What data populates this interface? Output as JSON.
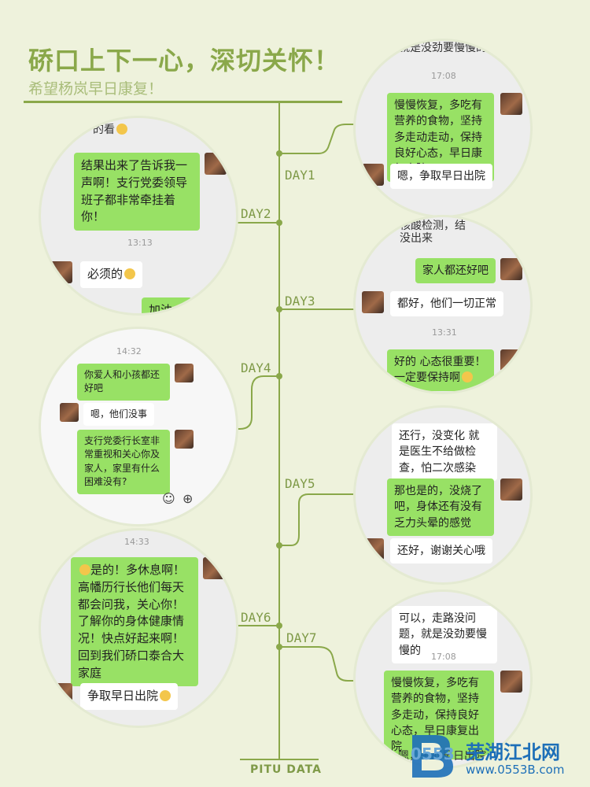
{
  "header": {
    "title": "硚口上下一心，深切关怀！",
    "subtitle": "希望杨岚早日康复！"
  },
  "timeline": {
    "days": [
      "DAY1",
      "DAY2",
      "DAY3",
      "DAY4",
      "DAY5",
      "DAY6",
      "DAY7"
    ],
    "footer": "PITU DATA"
  },
  "day1": {
    "cut_top": "就是没劲要慢慢的",
    "time": "17:08",
    "msg_out": "慢慢恢复，多吃有营养的食物，坚持多走动走动，保持良好心态，早日康复出院",
    "msg_in": "嗯，争取早日出院"
  },
  "day2": {
    "cut_top": "的看",
    "msg_out": "结果出来了告诉我一声啊！支行党委领导班子都非常牵挂着你！",
    "time": "13:13",
    "msg_in": "必须的",
    "msg_out2": "加油"
  },
  "day3": {
    "cut_top1": "核酸检测，结",
    "cut_top2": "没出来",
    "msg_out": "家人都还好吧",
    "msg_in": "都好，他们一切正常",
    "time": "13:31",
    "msg_out2": "好的 心态很重要！一定要保持啊"
  },
  "day4": {
    "time": "14:32",
    "msg_out": "你爱人和小孩都还好吧",
    "msg_in": "嗯，他们没事",
    "msg_out2": "支行党委行长室非常重视和关心你及家人，家里有什么困难没有?"
  },
  "day5": {
    "msg_in": "还行，没变化 就是医生不给做检查，怕二次感染",
    "msg_out": "那也是的，没烧了吧，身体还有没有乏力头晕的感觉",
    "msg_in2": "还好，谢谢关心哦"
  },
  "day6": {
    "time": "14:33",
    "msg_out": "是的！多休息啊！高幡历行长他们每天都会问我，关心你！了解你的身体健康情况！快点好起来啊！回到我们硚口泰合大家庭",
    "msg_in": "争取早日出院"
  },
  "day7": {
    "msg_in": "可以，走路没问题，就是没劲要慢慢的",
    "time": "17:08",
    "msg_out": "慢慢恢复，多吃有营养的食物，坚持多走动，保持良好心态，早日康复出院",
    "cut_bottom": "嗯，争取早日出院"
  },
  "watermark": {
    "name": "芜湖江北网",
    "url": "www.0553B.com",
    "num": "0553"
  },
  "colors": {
    "accent": "#8aa84a",
    "bubble_green": "#98e165",
    "background": "#eef2dc"
  }
}
